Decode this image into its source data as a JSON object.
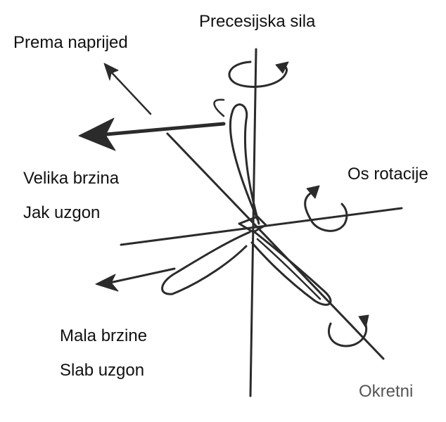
{
  "labels": {
    "precession_force": "Precesijska sila",
    "forward": "Prema naprijed",
    "high_speed": "Velika brzina",
    "strong_lift": "Jak uzgon",
    "rotation_axis": "Os rotacije",
    "low_speed": "Mala brzine",
    "weak_lift": "Slab uzgon",
    "pivot": "Okretni"
  },
  "colors": {
    "ink": "#2b2b2b",
    "text": "#111111",
    "muted_text": "#555555",
    "background": "#ffffff"
  }
}
